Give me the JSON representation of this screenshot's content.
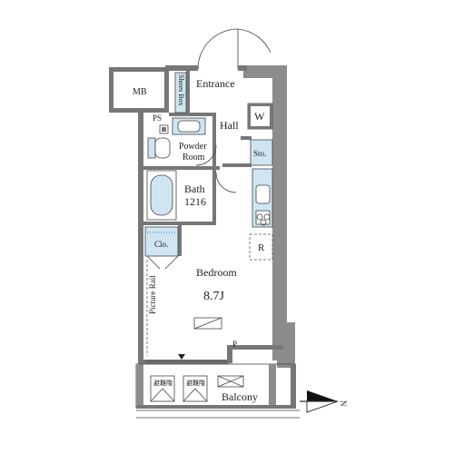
{
  "rooms": {
    "entrance": "Entrance",
    "shoes_box": "Shoes Box",
    "mb": "MB",
    "hall": "Hall",
    "washer": "W",
    "ps": "PS",
    "powder_room_line1": "Powder",
    "powder_room_line2": "Room",
    "storage": "Sto.",
    "bath_line1": "Bath",
    "bath_line2": "1216",
    "refrigerator": "R",
    "closet": "Clo.",
    "bedroom": "Bedroom",
    "bedroom_size": "8.7J",
    "picture_rail": "Picture Rail",
    "pipe_space": "P",
    "balcony": "Balcony",
    "fire_ladder_1": "避難階",
    "fire_ladder_2": "避難階"
  },
  "compass": {
    "label": "N"
  }
}
